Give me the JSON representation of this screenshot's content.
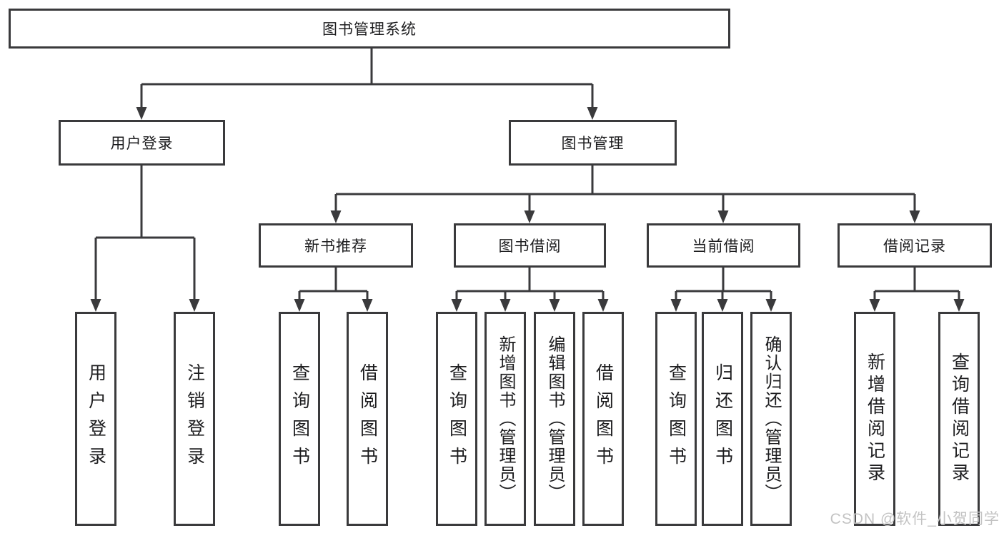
{
  "nodes": {
    "root": {
      "label": "图书管理系统"
    },
    "user_login": {
      "label": "用户登录"
    },
    "book_mgmt": {
      "label": "图书管理"
    },
    "new_book_recommend": {
      "label": "新书推荐"
    },
    "book_borrow": {
      "label": "图书借阅"
    },
    "current_borrow": {
      "label": "当前借阅"
    },
    "borrow_records": {
      "label": "借阅记录"
    },
    "leaves": [
      {
        "label": "用户登录"
      },
      {
        "label": "注销登录"
      },
      {
        "label": "查询图书"
      },
      {
        "label": "借阅图书"
      },
      {
        "label": "查询图书"
      },
      {
        "label": "新增图书（管理员）"
      },
      {
        "label": "编辑图书（管理员）"
      },
      {
        "label": "借阅图书"
      },
      {
        "label": "查询图书"
      },
      {
        "label": "归还图书"
      },
      {
        "label": "确认归还（管理员）"
      },
      {
        "label": "新增借阅记录"
      },
      {
        "label": "查询借阅记录"
      }
    ]
  },
  "watermark": {
    "text": "CSDN @软件_小贺同学"
  },
  "colors": {
    "line": "#3a3a3c",
    "text": "#1d1d1f",
    "background": "#ffffff",
    "watermark": "#c3c3c3"
  }
}
